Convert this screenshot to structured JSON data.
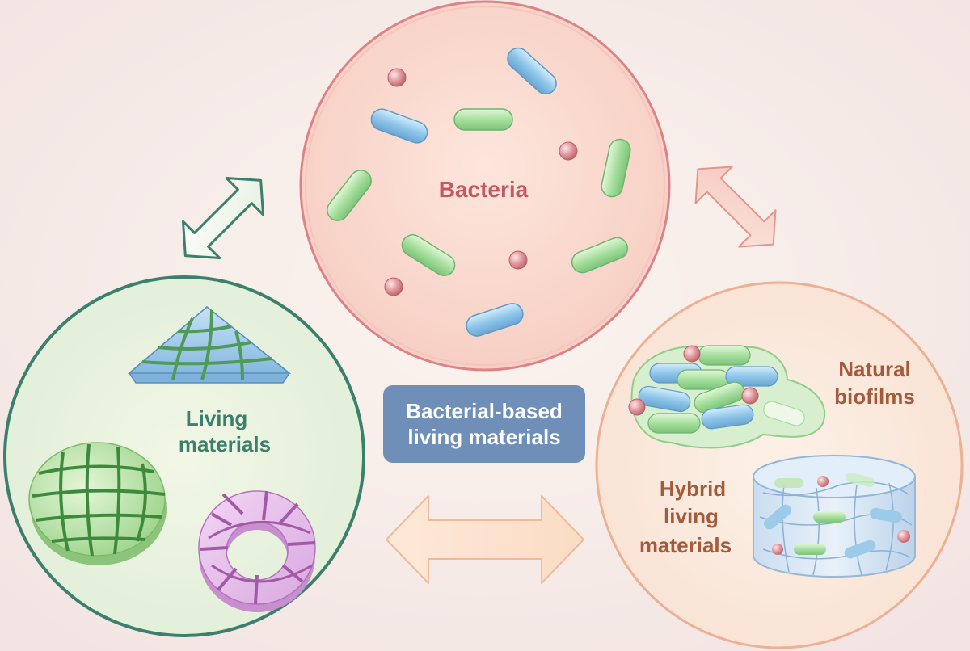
{
  "title": {
    "line1": "Bacterial-based",
    "line2": "living materials"
  },
  "nodes": {
    "bacteria": {
      "label": "Bacteria",
      "color": "#e0878a"
    },
    "living": {
      "line1": "Living",
      "line2": "materials",
      "color": "#3c7f6c"
    },
    "biofilm": {
      "line1": "Natural",
      "line2": "biofilms",
      "color": "#a55a3c"
    },
    "hybrid": {
      "line1": "Hybrid",
      "line2": "living",
      "line3": "materials",
      "color": "#a55a3c"
    }
  },
  "colors": {
    "background": "#f6ece8",
    "center_box": "#6f8fb8",
    "rod_blue": "#8ec6ea",
    "rod_green": "#a7df9e",
    "sphere": "#e39aa0",
    "ring_pink": "#dd8287",
    "ring_green": "#3c7f6c",
    "ring_orange": "#ebb192"
  }
}
